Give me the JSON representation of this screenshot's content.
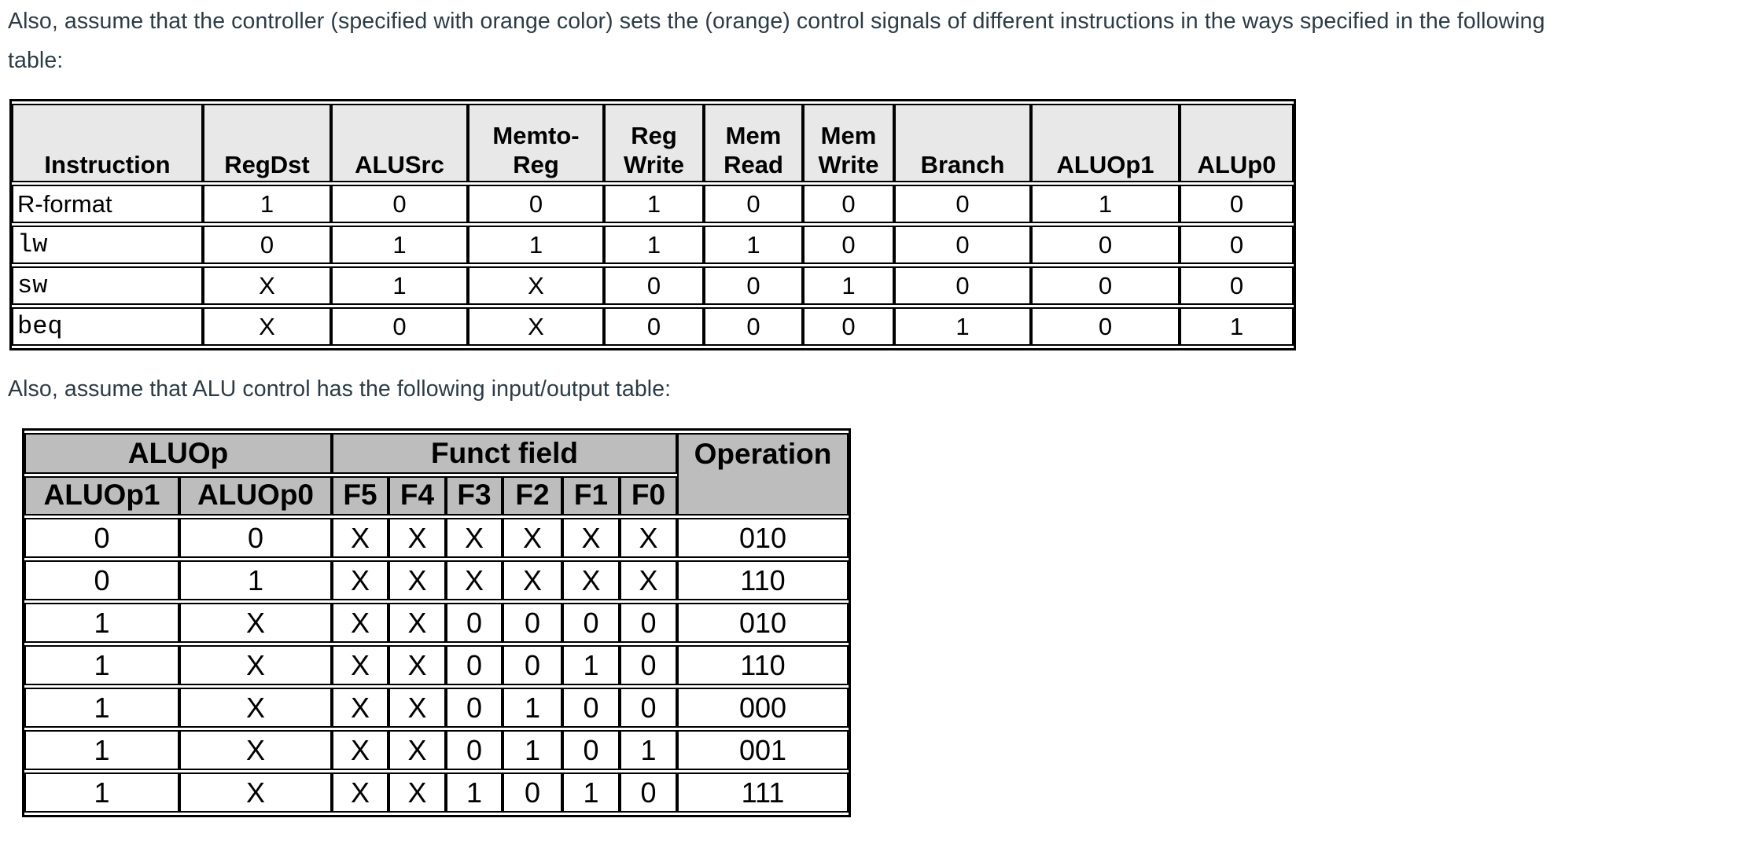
{
  "intro": {
    "line1": "Also, assume that the controller (specified with orange color) sets the (orange) control signals of different instructions in the ways specified in the following",
    "line2": "table:"
  },
  "mid_text": "Also, assume that ALU control has the following input/output table:",
  "control_table": {
    "headers": [
      "Instruction",
      "RegDst",
      "ALUSrc",
      "Memto-\nReg",
      "Reg\nWrite",
      "Mem\nRead",
      "Mem\nWrite",
      "Branch",
      "ALUOp1",
      "ALUp0"
    ],
    "rows": [
      {
        "mono": false,
        "cells": [
          "R-format",
          "1",
          "0",
          "0",
          "1",
          "0",
          "0",
          "0",
          "1",
          "0"
        ]
      },
      {
        "mono": true,
        "cells": [
          "lw",
          "0",
          "1",
          "1",
          "1",
          "1",
          "0",
          "0",
          "0",
          "0"
        ]
      },
      {
        "mono": true,
        "cells": [
          "sw",
          "X",
          "1",
          "X",
          "0",
          "0",
          "1",
          "0",
          "0",
          "0"
        ]
      },
      {
        "mono": true,
        "cells": [
          "beq",
          "X",
          "0",
          "X",
          "0",
          "0",
          "0",
          "1",
          "0",
          "1"
        ]
      }
    ]
  },
  "alu_table": {
    "group_headers": {
      "aluop": "ALUOp",
      "funct": "Funct field",
      "operation": "Operation"
    },
    "sub_headers": [
      "ALUOp1",
      "ALUOp0",
      "F5",
      "F4",
      "F3",
      "F2",
      "F1",
      "F0"
    ],
    "rows": [
      [
        "0",
        "0",
        "X",
        "X",
        "X",
        "X",
        "X",
        "X",
        "010"
      ],
      [
        "0",
        "1",
        "X",
        "X",
        "X",
        "X",
        "X",
        "X",
        "110"
      ],
      [
        "1",
        "X",
        "X",
        "X",
        "0",
        "0",
        "0",
        "0",
        "010"
      ],
      [
        "1",
        "X",
        "X",
        "X",
        "0",
        "0",
        "1",
        "0",
        "110"
      ],
      [
        "1",
        "X",
        "X",
        "X",
        "0",
        "1",
        "0",
        "0",
        "000"
      ],
      [
        "1",
        "X",
        "X",
        "X",
        "0",
        "1",
        "0",
        "1",
        "001"
      ],
      [
        "1",
        "X",
        "X",
        "X",
        "1",
        "0",
        "1",
        "0",
        "111"
      ]
    ]
  },
  "colors": {
    "paragraph_text": "#2d3b45",
    "table_border": "#000000",
    "t1_header_bg": "#e8e8e8",
    "t2_header_bg": "#bdbdbd"
  }
}
